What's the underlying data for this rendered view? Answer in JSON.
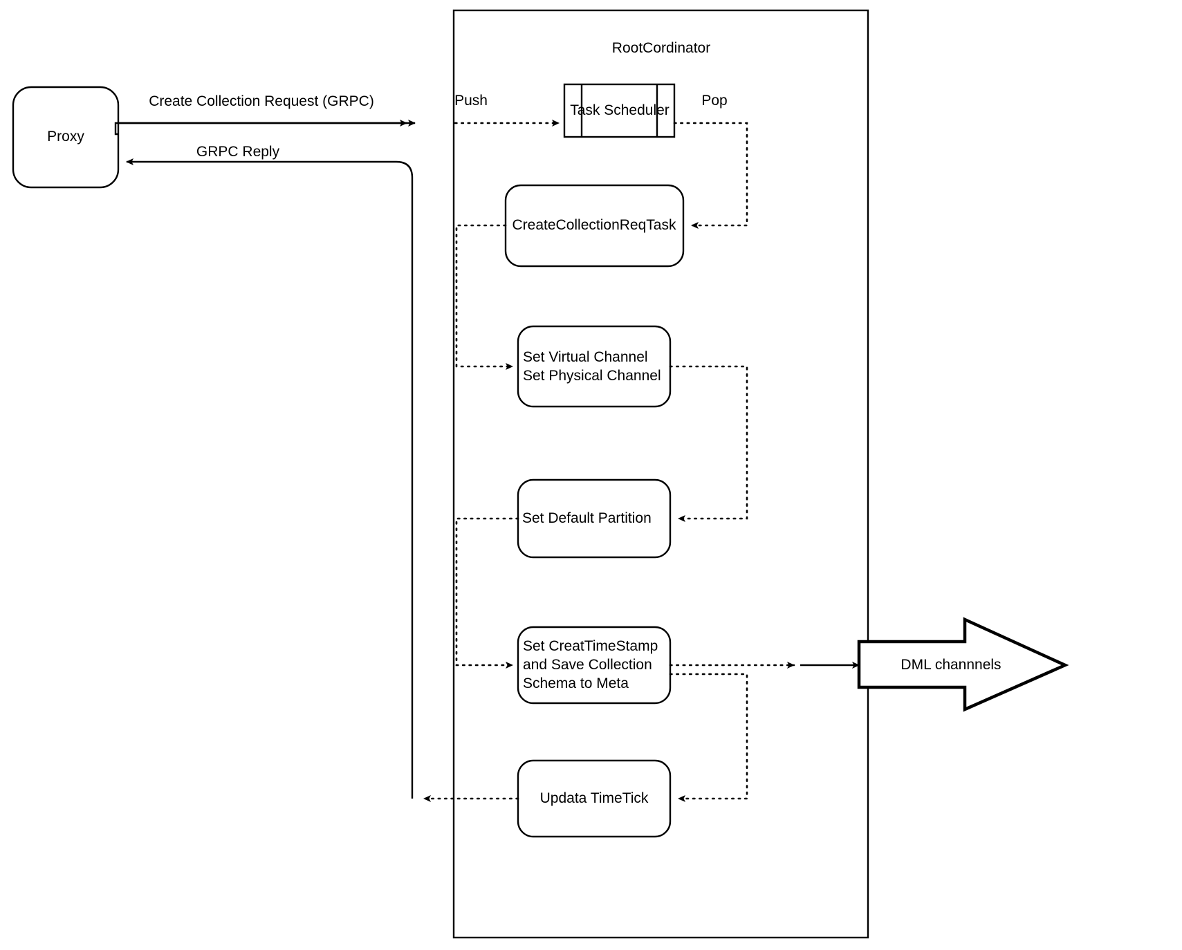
{
  "diagram": {
    "title_node": "RootCordinator",
    "nodes": {
      "proxy": "Proxy",
      "task_scheduler": "Task Scheduler",
      "create_collection_req_task": "CreateCollectionReqTask",
      "set_channel_line1": "Set Virtual Channel",
      "set_channel_line2": "Set Physical Channel",
      "set_default_partition": "Set Default Partition",
      "set_timestamp_line1": "Set CreatTimeStamp",
      "set_timestamp_line2": "and Save Collection",
      "set_timestamp_line3": "Schema to Meta",
      "update_timetick": "Updata TimeTick",
      "dml_channels": "DML channnels"
    },
    "edge_labels": {
      "create_collection_request": "Create Collection Request (GRPC)",
      "grpc_reply": "GRPC Reply",
      "push": "Push",
      "pop": "Pop"
    },
    "colors": {
      "stroke": "#000000",
      "fill": "#ffffff",
      "text": "#000000"
    }
  }
}
